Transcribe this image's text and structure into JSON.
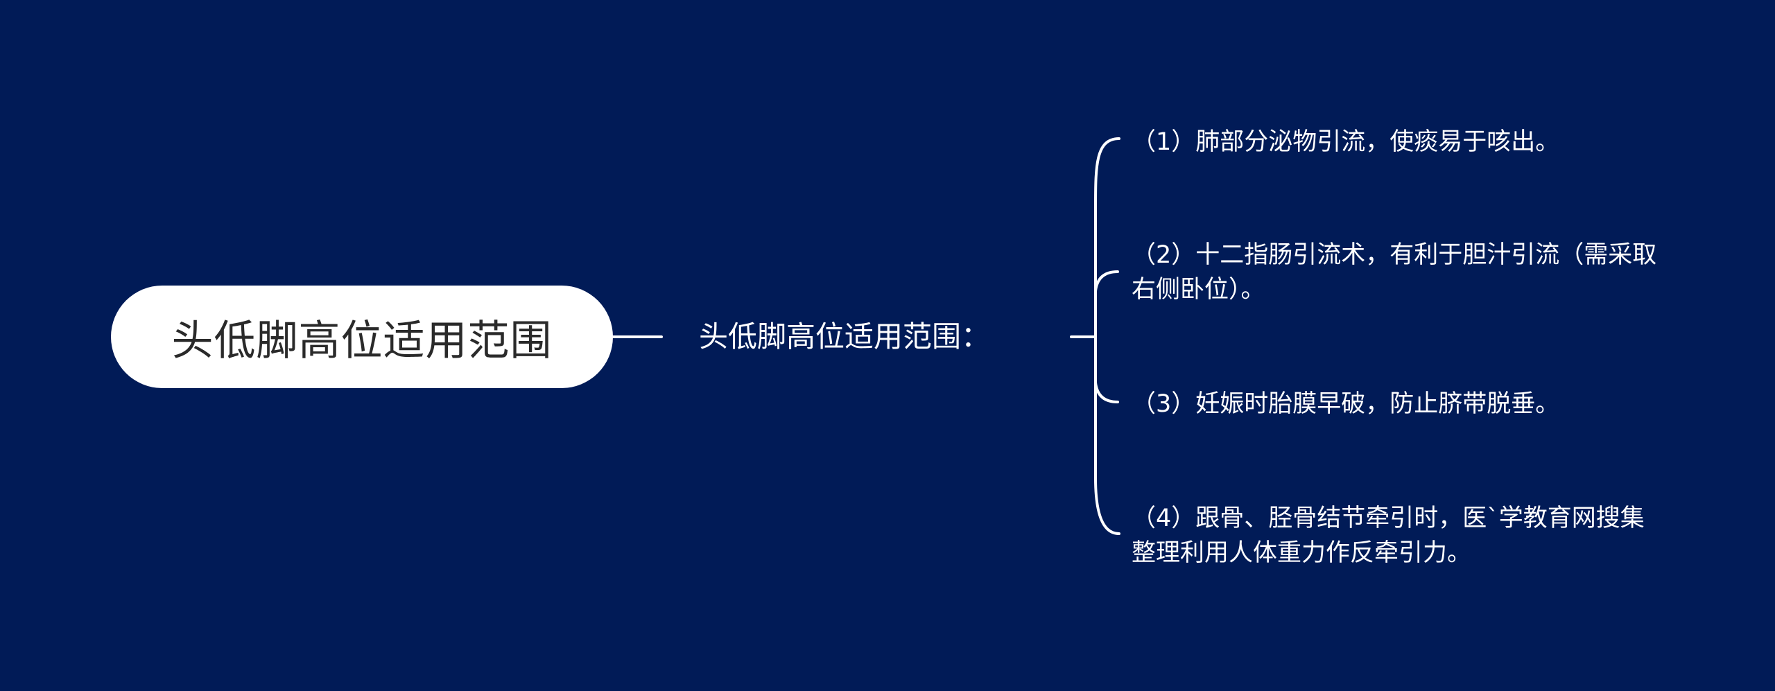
{
  "root": {
    "label": "头低脚高位适用范围"
  },
  "branch": {
    "label": "头低脚高位适用范围："
  },
  "leaves": [
    {
      "text": "（1）肺部分泌物引流，使痰易于咳出。"
    },
    {
      "text": "（2）十二指肠引流术，有利于胆汁引流（需采取右侧卧位）。"
    },
    {
      "text": "（3）妊娠时胎膜早破，防止脐带脱垂。"
    },
    {
      "text": "（4）跟骨、胫骨结节牵引时，医`学教育网搜集整理利用人体重力作反牵引力。"
    }
  ],
  "colors": {
    "background": "#011b57",
    "node_fill": "#ffffff",
    "root_text": "#2a2a2a",
    "line": "#ffffff",
    "text": "#ffffff"
  }
}
